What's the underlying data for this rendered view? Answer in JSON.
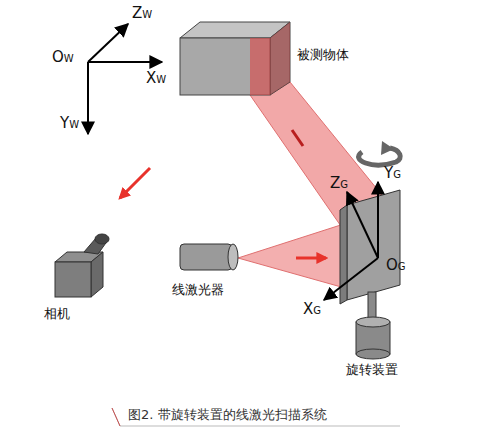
{
  "diagram": {
    "caption": "图2. 带旋转装置的线激光扫描系统",
    "nodes": [
      {
        "text": [
          "被测物体"
        ]
      },
      {
        "text": [
          "线激光器"
        ]
      },
      {
        "text": [
          "相机"
        ]
      },
      {
        "text": [
          "旋转装置"
        ]
      }
    ],
    "labels": [
      "OW",
      "ZW",
      "XW",
      "YW",
      "ZG",
      "YG",
      "OG",
      "XG"
    ]
  }
}
